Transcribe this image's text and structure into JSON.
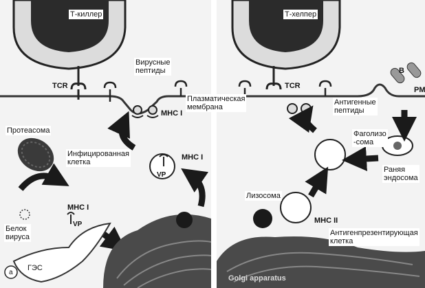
{
  "labels": {
    "t_killer": "Т-киллер",
    "t_helper": "Т-хелпер",
    "tcr_left": "TCR",
    "tcr_right": "TCR",
    "viral_peptides": "Вирусные\nпептиды",
    "plasma_membrane": "Плазматическая\nмембрана",
    "mhc1_top": "MHC I",
    "mhc1_mid": "MHC I",
    "mhc1_left": "MHC I",
    "vp_mid": "VP",
    "vp_left": "VP",
    "proteasome": "Протеасома",
    "infected_cell": "Инфицированная\nклетка",
    "virus_protein": "Белок\nвируса",
    "ges": "ГЭС",
    "panel_a": "а",
    "antigen_peptides": "Антигенные\nпептиды",
    "phagolysosome": "Фаголизо\n-сома",
    "early_endosome": "Раняя\nэндосома",
    "lysosome": "Лизосома",
    "mhc2": "MHC II",
    "apc": "Антигенпрезентирующая\nклетка",
    "golgi": "Golgi apparatus",
    "b": "B",
    "pm": "PM"
  },
  "colors": {
    "background": "#f3f3f3",
    "cell_dark": "#2b2b2b",
    "membrane": "#333333",
    "arrow": "#1a1a1a",
    "er_fill": "#4a4a4a"
  }
}
